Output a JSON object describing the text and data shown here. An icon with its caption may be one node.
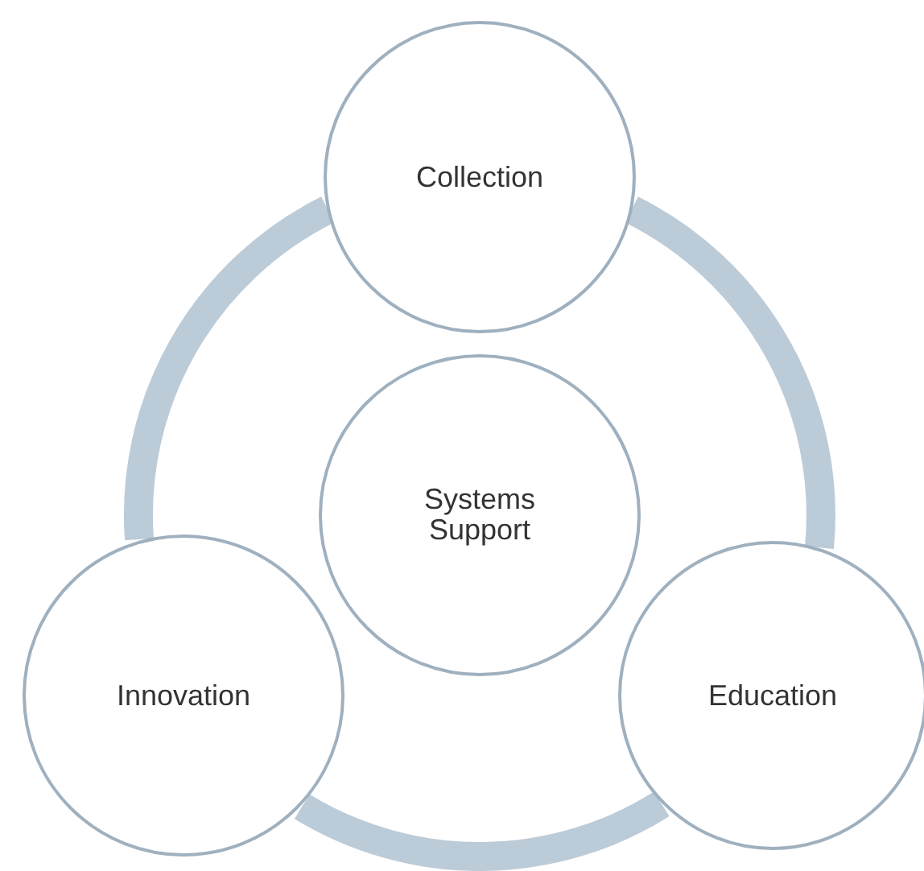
{
  "diagram": {
    "nodes": [
      {
        "text": [
          "Collection"
        ]
      },
      {
        "text": [
          "Systems Support"
        ]
      },
      {
        "text": [
          "Innovation"
        ]
      },
      {
        "text": [
          "Education"
        ]
      }
    ],
    "edges": [
      {
        "from": 0,
        "to": 3,
        "arrow": "none"
      },
      {
        "from": 3,
        "to": 2,
        "arrow": "none"
      },
      {
        "from": 2,
        "to": 0,
        "arrow": "none"
      }
    ]
  }
}
